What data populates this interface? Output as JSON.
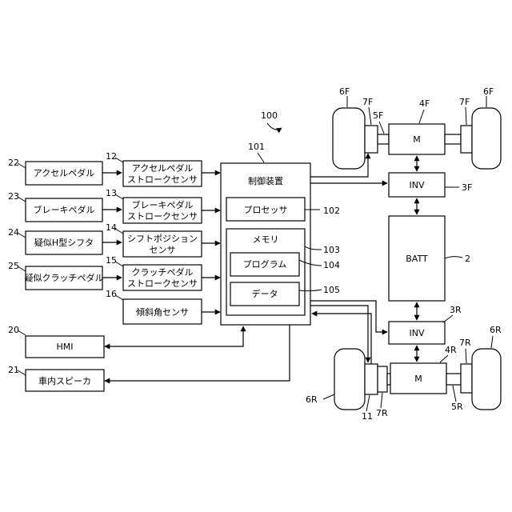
{
  "diagram": {
    "system_ref": "100",
    "controller": {
      "ref": "101",
      "title": "制御装置"
    },
    "processor": {
      "ref": "102",
      "label": "プロセッサ"
    },
    "memory": {
      "ref": "103",
      "label": "メモリ"
    },
    "program": {
      "ref": "104",
      "label": "プログラム"
    },
    "data_block": {
      "ref": "105",
      "label": "データ"
    },
    "inputs": [
      {
        "ref": "22",
        "label": "アクセルペダル"
      },
      {
        "ref": "23",
        "label": "ブレーキペダル"
      },
      {
        "ref": "24",
        "label": "疑似H型シフタ"
      },
      {
        "ref": "25",
        "label": "疑似クラッチペダル"
      }
    ],
    "sensors": [
      {
        "ref": "12",
        "line1": "アクセルペダル",
        "line2": "ストロークセンサ"
      },
      {
        "ref": "13",
        "line1": "ブレーキペダル",
        "line2": "ストロークセンサ"
      },
      {
        "ref": "14",
        "line1": "シフトポジション",
        "line2": "センサ"
      },
      {
        "ref": "15",
        "line1": "クラッチペダル",
        "line2": "ストロークセンサ"
      },
      {
        "ref": "16",
        "line1": "傾斜角センサ",
        "line2": ""
      }
    ],
    "hmi": {
      "ref": "20",
      "label": "HMI"
    },
    "speaker": {
      "ref": "21",
      "label": "車内スピーカ"
    },
    "front": {
      "motor": "M",
      "motor_ref": "4F",
      "inverter": "INV",
      "inverter_ref": "3F",
      "wheel_ref": "6F",
      "hub_ref": "7F",
      "shaft_ref": "5F"
    },
    "rear": {
      "motor": "M",
      "motor_ref": "4R",
      "inverter": "INV",
      "inverter_ref": "3R",
      "wheel_ref": "6R",
      "hub_ref": "7R",
      "shaft_ref": "5R",
      "sensor_ref": "11"
    },
    "battery": {
      "label": "BATT",
      "ref": "2"
    }
  }
}
